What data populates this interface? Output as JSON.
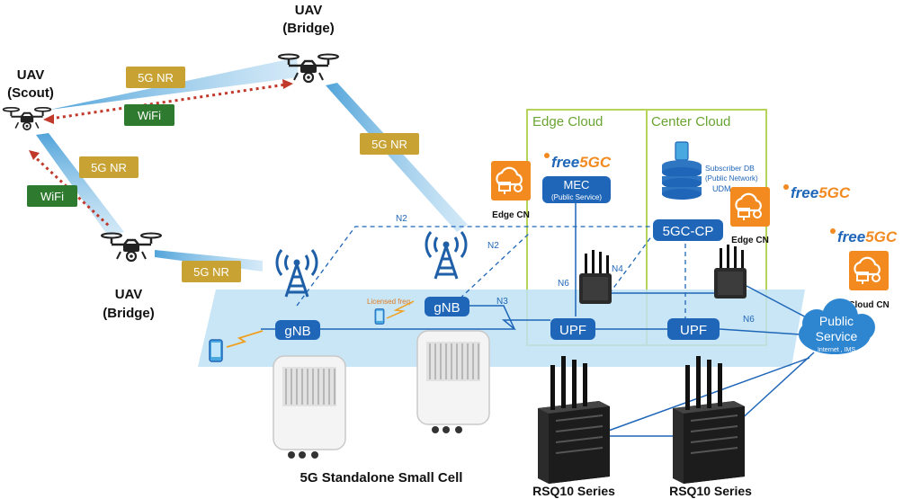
{
  "uav_scout": {
    "title": "UAV",
    "role": "(Scout)"
  },
  "uav_bridge_top": {
    "title": "UAV",
    "role": "(Bridge)"
  },
  "uav_bridge_bottom": {
    "title": "UAV",
    "role": "(Bridge)"
  },
  "badges": {
    "nr_top": "5G NR",
    "wifi_top": "WiFi",
    "nr_diag": "5G NR",
    "nr_left": "5G NR",
    "wifi_left": "WiFi",
    "nr_bottom": "5G NR"
  },
  "clouds": {
    "edge": "Edge Cloud",
    "center": "Center Cloud"
  },
  "mec": {
    "title": "MEC",
    "sub": "(Public Service)"
  },
  "core": {
    "cp": "5GC-CP",
    "db": "Subscriber DB",
    "db_sub": "(Public Network)",
    "db_udm": "UDM"
  },
  "cn": {
    "edge_left": "Edge CN",
    "edge_right": "Edge CN",
    "cloud": "Cloud CN"
  },
  "brand": {
    "free": "free",
    "fiveg": "5GC"
  },
  "ran": {
    "gnb1": "gNB",
    "gnb2": "gNB",
    "licensed": "Licensed freq."
  },
  "upf": {
    "edge": "UPF",
    "center": "UPF"
  },
  "interfaces": {
    "n2a": "N2",
    "n2b": "N2",
    "n3": "N3",
    "n4": "N4",
    "n6a": "N6",
    "n6b": "N6"
  },
  "public_service": {
    "title": "Public",
    "title2": "Service",
    "sub": "Internet , IMS"
  },
  "captions": {
    "small_cell": "5G Standalone Small Cell",
    "rsq_left": "RSQ10 Series",
    "rsq_right": "RSQ10 Series"
  },
  "colors": {
    "accent": "#1f66b8",
    "nr_badge": "#c8a233",
    "wifi_badge": "#2e7a2e",
    "cloud_orange": "#f28a1f",
    "band": "#bfe2f5",
    "cloud_border": "#b6d35a"
  },
  "icons": [
    "drone-icon",
    "cell-tower-icon",
    "smartphone-icon",
    "router-icon",
    "database-icon",
    "cloud-gear-icon"
  ]
}
